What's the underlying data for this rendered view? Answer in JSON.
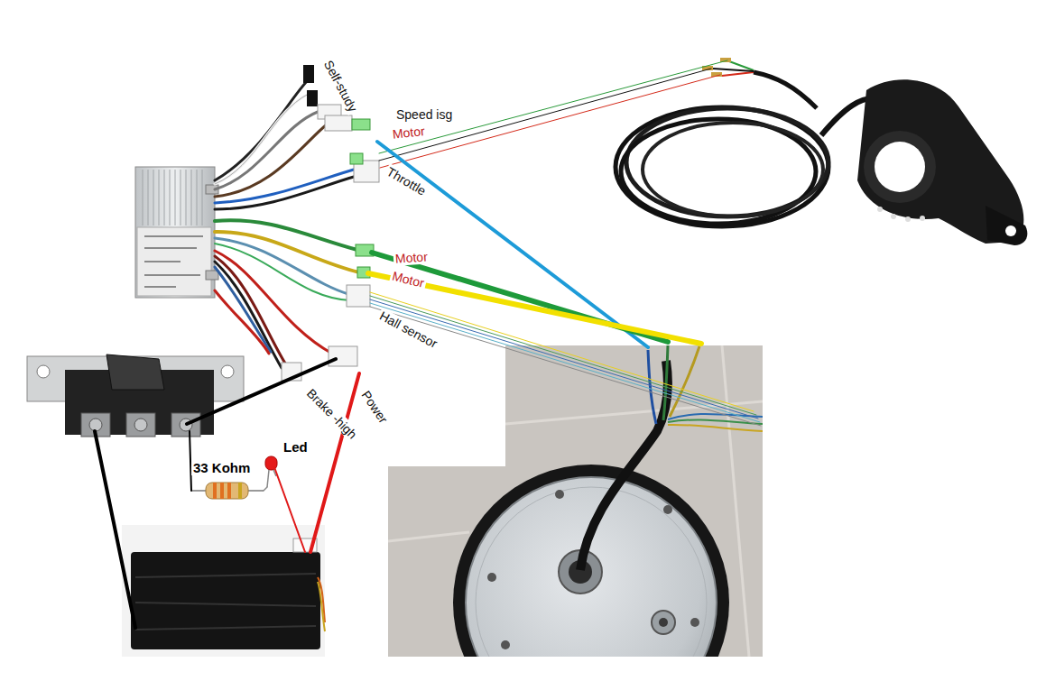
{
  "diagram": {
    "labels": [
      "Self-study",
      "Speed isg",
      "Motor",
      "Throttle",
      "Motor",
      "Motor",
      "Hall sensor",
      "Brake -high",
      "Power",
      "Led",
      "33 Kohm"
    ]
  }
}
